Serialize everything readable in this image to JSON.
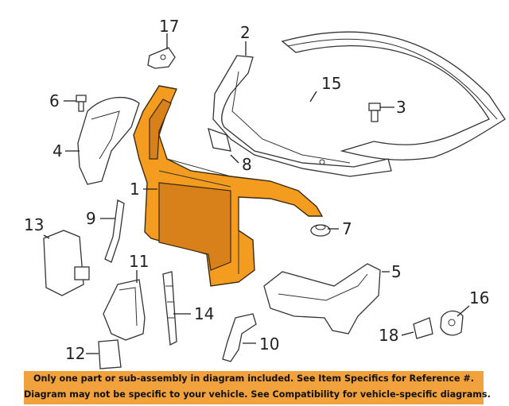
{
  "callouts": [
    {
      "id": "c1",
      "label": "1"
    },
    {
      "id": "c2",
      "label": "2"
    },
    {
      "id": "c3",
      "label": "3"
    },
    {
      "id": "c4",
      "label": "4"
    },
    {
      "id": "c5",
      "label": "5"
    },
    {
      "id": "c6",
      "label": "6"
    },
    {
      "id": "c7",
      "label": "7"
    },
    {
      "id": "c8",
      "label": "8"
    },
    {
      "id": "c9",
      "label": "9"
    },
    {
      "id": "c10",
      "label": "10"
    },
    {
      "id": "c11",
      "label": "11"
    },
    {
      "id": "c12",
      "label": "12"
    },
    {
      "id": "c13",
      "label": "13"
    },
    {
      "id": "c14",
      "label": "14"
    },
    {
      "id": "c15",
      "label": "15"
    },
    {
      "id": "c16",
      "label": "16"
    },
    {
      "id": "c17",
      "label": "17"
    },
    {
      "id": "c18",
      "label": "18"
    }
  ],
  "colors": {
    "highlight_part": "#f39c1f",
    "banner_background": "#f2a23c",
    "line_art": "#333333"
  },
  "banner": {
    "line1": "Only one part or sub-assembly in diagram included. See Item Specifics for Reference #.",
    "line2": "Diagram may not be specific to your vehicle. See Compatibility for vehicle-specific diagrams."
  }
}
